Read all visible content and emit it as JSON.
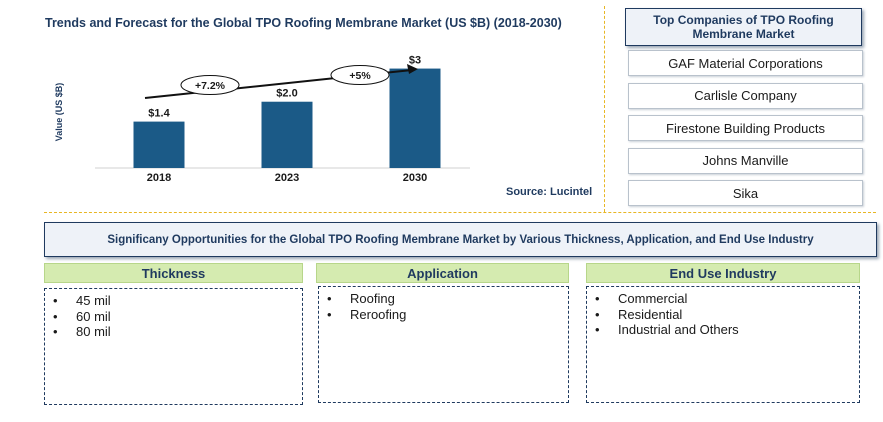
{
  "chart_data": {
    "type": "bar",
    "title": "Trends and Forecast for the Global TPO Roofing Membrane Market (US $B) (2018-2030)",
    "ylabel": "Value (US $B)",
    "categories": [
      "2018",
      "2023",
      "2030"
    ],
    "values": [
      1.4,
      2.0,
      3
    ],
    "value_labels": [
      "$1.4",
      "$2.0",
      "$3"
    ],
    "ylim": [
      0,
      3.5
    ],
    "growth_annotations": [
      {
        "from": "2018",
        "to": "2023",
        "label": "+7.2%"
      },
      {
        "from": "2023",
        "to": "2030",
        "label": "+5%"
      }
    ],
    "bar_color": "#1b5a87",
    "source": "Source: Lucintel"
  },
  "companies": {
    "title": "Top Companies of TPO Roofing Membrane Market",
    "items": [
      "GAF Material Corporations",
      "Carlisle Company",
      "Firestone Building Products",
      "Johns Manville",
      "Sika"
    ]
  },
  "opportunities": {
    "title": "Significany Opportunities for the Global TPO Roofing Membrane Market by Various Thickness, Application, and End Use Industry",
    "segments": [
      {
        "name": "Thickness",
        "items": [
          "45 mil",
          "60 mil",
          "80 mil"
        ]
      },
      {
        "name": "Application",
        "items": [
          "Roofing",
          "Reroofing"
        ]
      },
      {
        "name": "End Use Industry",
        "items": [
          "Commercial",
          "Residential",
          "Industrial and Others"
        ]
      }
    ]
  },
  "colors": {
    "accent": "#1f3a5f",
    "divider": "#e8b623",
    "segment_header": "#d5ebb0"
  }
}
